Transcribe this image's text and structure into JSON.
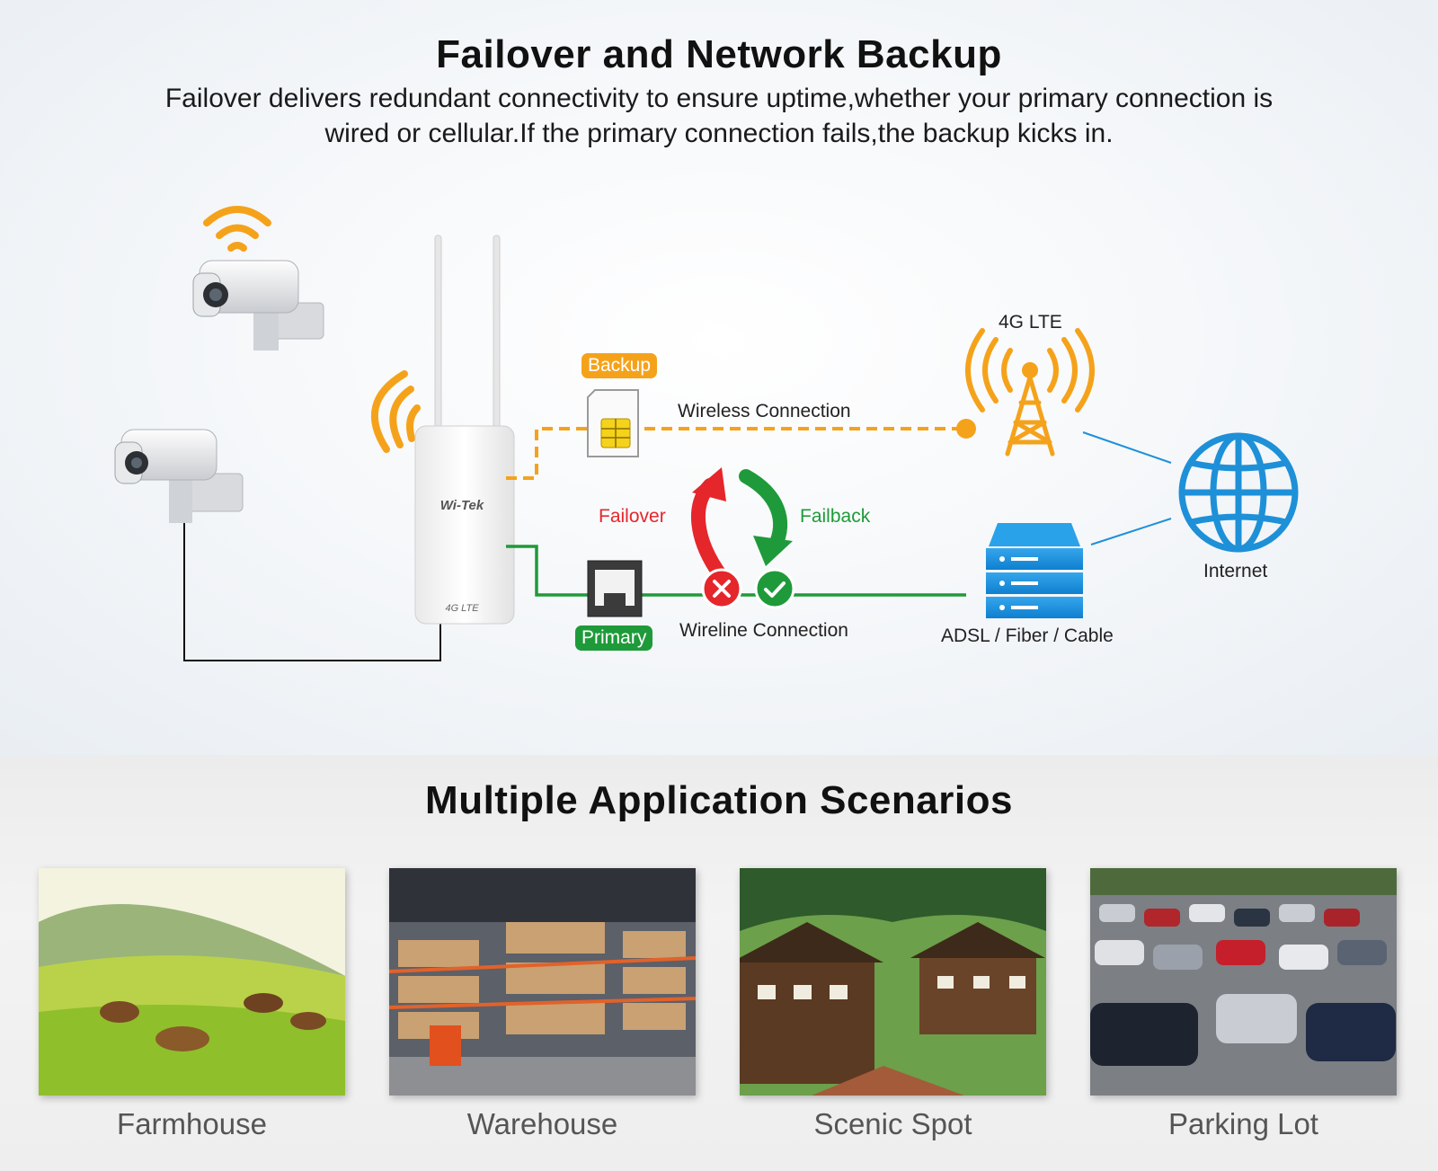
{
  "header": {
    "title": "Failover and Network Backup",
    "subtitle_line1": "Failover delivers redundant connectivity to ensure uptime,whether your primary connection is",
    "subtitle_line2": "wired or cellular.If the primary connection fails,the backup kicks in."
  },
  "diagram": {
    "backup_tag": "Backup",
    "primary_tag": "Primary",
    "wireless_label": "Wireless Connection",
    "wireline_label": "Wireline Connection",
    "failover_label": "Failover",
    "failback_label": "Failback",
    "lte_label": "4G LTE",
    "internet_label": "Internet",
    "adsl_label": "ADSL / Fiber / Cable",
    "brand_text": "Wi-Tek",
    "model_text": "4G LTE",
    "colors": {
      "backup": "#f5a21b",
      "primary": "#1f9a3a",
      "failover": "#e5262b",
      "failback": "#1f9a3a",
      "network": "#1e90d8"
    }
  },
  "scenarios": {
    "title": "Multiple Application Scenarios",
    "items": [
      {
        "label": "Farmhouse"
      },
      {
        "label": "Warehouse"
      },
      {
        "label": "Scenic Spot"
      },
      {
        "label": "Parking Lot"
      }
    ]
  }
}
